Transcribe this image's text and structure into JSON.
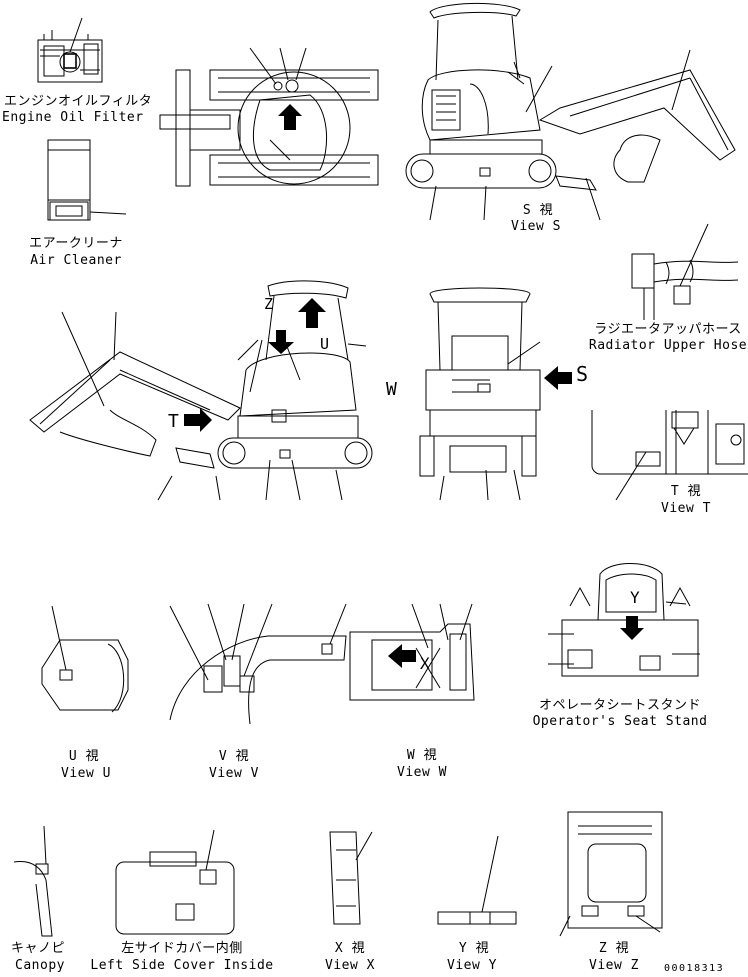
{
  "views": {
    "engine_oil_filter": {
      "jp": "エンジンオイルフィルタ",
      "en": "Engine Oil Filter"
    },
    "air_cleaner": {
      "jp": "エアークリーナ",
      "en": "Air Cleaner"
    },
    "view_s": {
      "jp": "S 視",
      "en": "View S"
    },
    "radiator_upper_hose": {
      "jp": "ラジエータアッパホース",
      "en": "Radiator Upper Hose"
    },
    "view_t": {
      "jp": "T 視",
      "en": "View T"
    },
    "operators_seat_stand": {
      "jp": "オペレータシートスタンド",
      "en": "Operator's Seat Stand"
    },
    "view_u": {
      "jp": "U 視",
      "en": "View U"
    },
    "view_v": {
      "jp": "V 視",
      "en": "View V"
    },
    "view_w": {
      "jp": "W 視",
      "en": "View W"
    },
    "canopy": {
      "jp": "キャノピ",
      "en": "Canopy"
    },
    "left_side_cover_inside": {
      "jp": "左サイドカバー内側",
      "en": "Left Side Cover Inside"
    },
    "view_x": {
      "jp": "X 視",
      "en": "View X"
    },
    "view_y": {
      "jp": "Y 視",
      "en": "View Y"
    },
    "view_z": {
      "jp": "Z 視",
      "en": "View Z"
    }
  },
  "arrow_letters": {
    "z": "Z",
    "u": "U",
    "t": "T",
    "w": "W",
    "s": "S",
    "x": "X",
    "y": "Y"
  },
  "drawing_number": "00018313"
}
